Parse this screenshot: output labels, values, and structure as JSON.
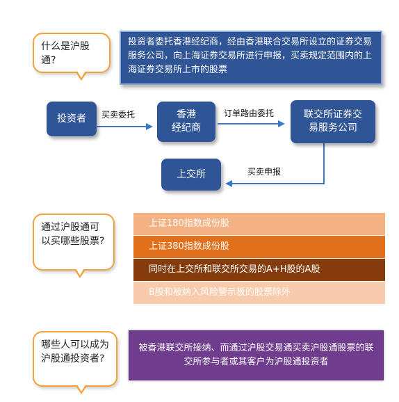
{
  "q1": {
    "text": "什么是沪股通?"
  },
  "definition": {
    "text": "投资者委托香港经纪商，经由香港联合交易所设立的证券交易服务公司，向上海证券交易所进行申报，买卖规定范围内的上海证券交易所上市的股票"
  },
  "flow": {
    "investor": "投资者",
    "broker_line1": "香港",
    "broker_line2": "经纪商",
    "sehk_line1": "联交所证券交",
    "sehk_line2": "易服务公司",
    "sse": "上交所",
    "label_entrust": "买卖委托",
    "label_route": "订单路由委托",
    "label_report": "买卖申报"
  },
  "q2": {
    "text": "通过沪股通可以买哪些股票?"
  },
  "stocks": [
    {
      "text": "上证180指数成份股",
      "color": "#f4b183"
    },
    {
      "text": "上证380指数成份股",
      "color": "#e0701c"
    },
    {
      "text": "同时在上交所和联交所交易的A+H股的A股",
      "color": "#843c0c"
    },
    {
      "text": "B股和被纳入风险警示板的股票除外",
      "color": "#f8cbad"
    }
  ],
  "q3": {
    "text": "哪些人可以成为沪股通投资者?"
  },
  "investors": {
    "text": "被香港联交所接纳、而通过沪股交易通买卖沪股通股票的联交所参与者或其客户为沪股通投资者"
  }
}
